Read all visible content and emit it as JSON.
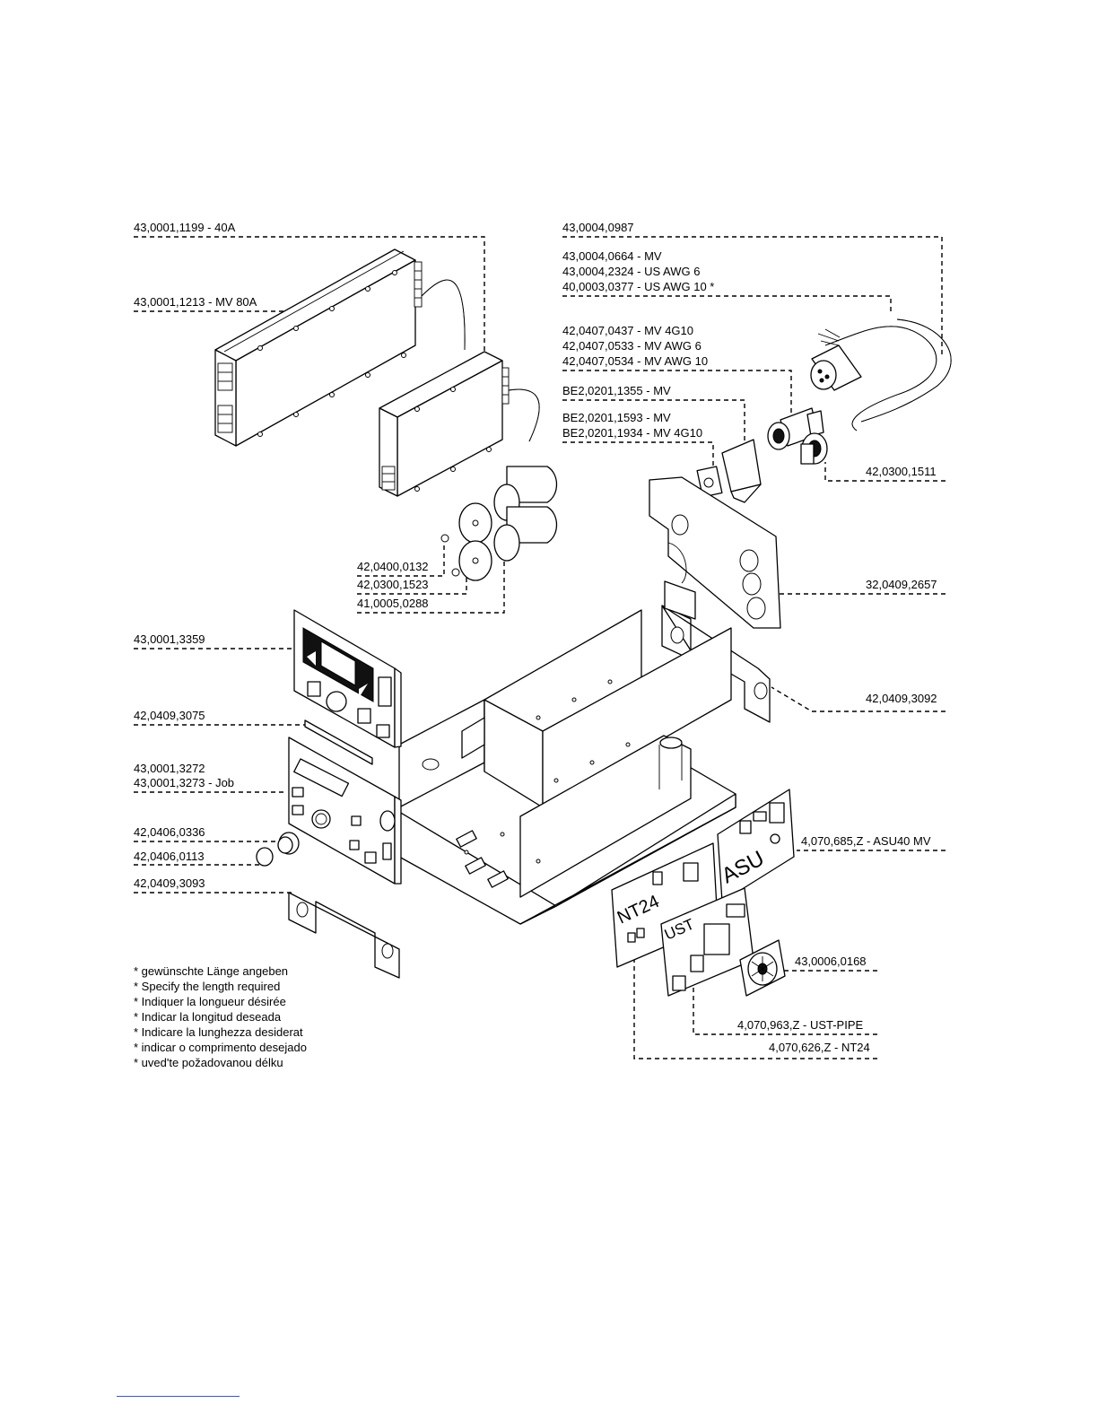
{
  "labels": {
    "l1": "43,0001,1199 - 40A",
    "l2": "43,0001,1213 - MV 80A",
    "l3": "43,0004,0987",
    "l4": "43,0004,0664 - MV",
    "l5": "43,0004,2324 - US AWG 6",
    "l6": "40,0003,0377 - US AWG 10 *",
    "l7": "42,0407,0437 - MV 4G10",
    "l8": "42,0407,0533 - MV AWG 6",
    "l9": "42,0407,0534 - MV AWG 10",
    "l10": "BE2,0201,1355 - MV",
    "l11": "BE2,0201,1593 - MV",
    "l12": "BE2,0201,1934 - MV 4G10",
    "l13": "42,0300,1511",
    "l14": "42,0400,0132",
    "l15": "42,0300,1523",
    "l16": "41,0005,0288",
    "l17": "32,0409,2657",
    "l18": "43,0001,3359",
    "l19": "42,0409,3075",
    "l20": "42,0409,3092",
    "l21": "43,0001,3272",
    "l22": "43,0001,3273 - Job",
    "l23": "42,0406,0336",
    "l24": "42,0406,0113",
    "l25": "42,0409,3093",
    "l26": "4,070,685,Z - ASU40 MV",
    "l27": "43,0006,0168",
    "l28": "4,070,963,Z - UST-PIPE",
    "l29": "4,070,626,Z - NT24"
  },
  "board_text": {
    "asu": "ASU",
    "nt24": "NT24",
    "ust": "UST"
  },
  "notes": [
    "* gewünschte Länge angeben",
    "* Specify the length required",
    "* Indiquer la longueur désirée",
    "* Indicar la longitud deseada",
    "* Indicare la lunghezza desiderat",
    "* indicar o comprimento desejado",
    "* uved'te požadovanou délku"
  ]
}
